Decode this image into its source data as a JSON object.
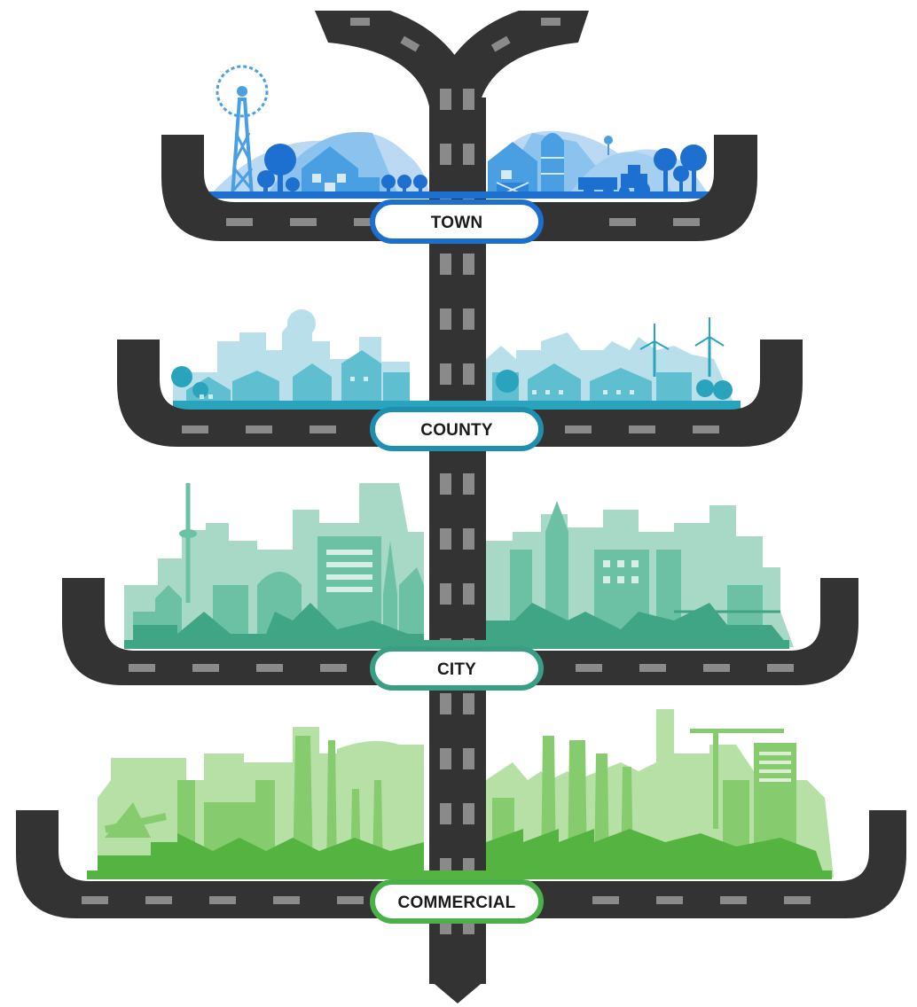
{
  "tiers": [
    {
      "id": "town",
      "label": "TOWN",
      "accent": "#1a6fcf",
      "light": "#8cc3ee",
      "mid": "#4a9fe3",
      "dark": "#1d6fd0"
    },
    {
      "id": "county",
      "label": "COUNTY",
      "accent": "#1f8fb0",
      "light": "#a9d9e3",
      "mid": "#5fbfd0",
      "dark": "#2aa3bd"
    },
    {
      "id": "city",
      "label": "CITY",
      "accent": "#3a9d86",
      "light": "#a8d8c6",
      "mid": "#6cc0a4",
      "dark": "#3fa584"
    },
    {
      "id": "commercial",
      "label": "COMMERCIAL",
      "accent": "#4bb04a",
      "light": "#b7e0a7",
      "mid": "#86cc6f",
      "dark": "#55b441"
    }
  ],
  "colors": {
    "road": "#333333",
    "dash": "#8a8a8a"
  }
}
